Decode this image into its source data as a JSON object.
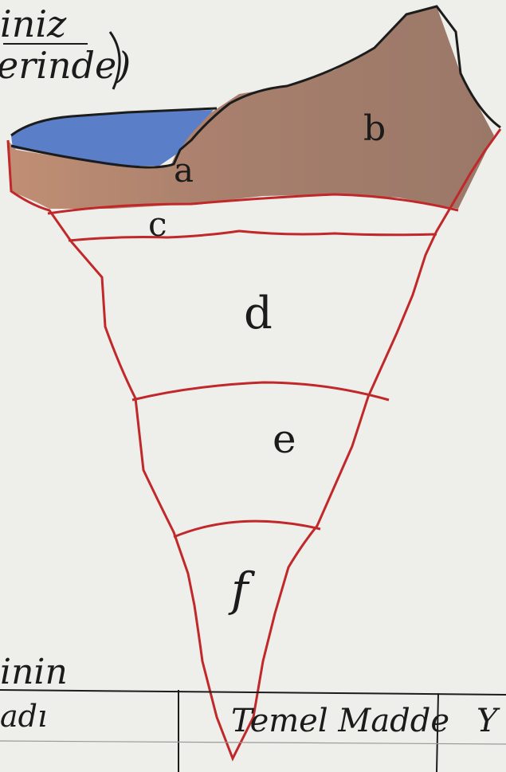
{
  "header_fragment": {
    "line1": "iniz",
    "line2": "erinde)"
  },
  "diagram": {
    "labels": {
      "a": "a",
      "b": "b",
      "c": "c",
      "d": "d",
      "e": "e",
      "f": "f"
    },
    "colors": {
      "sea": "#5a7ec8",
      "land": "#a27d6a",
      "outline": "#c0282a",
      "ink": "#1b1b1b",
      "paper": "#eeeeea"
    }
  },
  "footer_fragment": {
    "line1": "inin",
    "col1": "adı",
    "col2": "Temel Madde",
    "col3": "Y"
  }
}
